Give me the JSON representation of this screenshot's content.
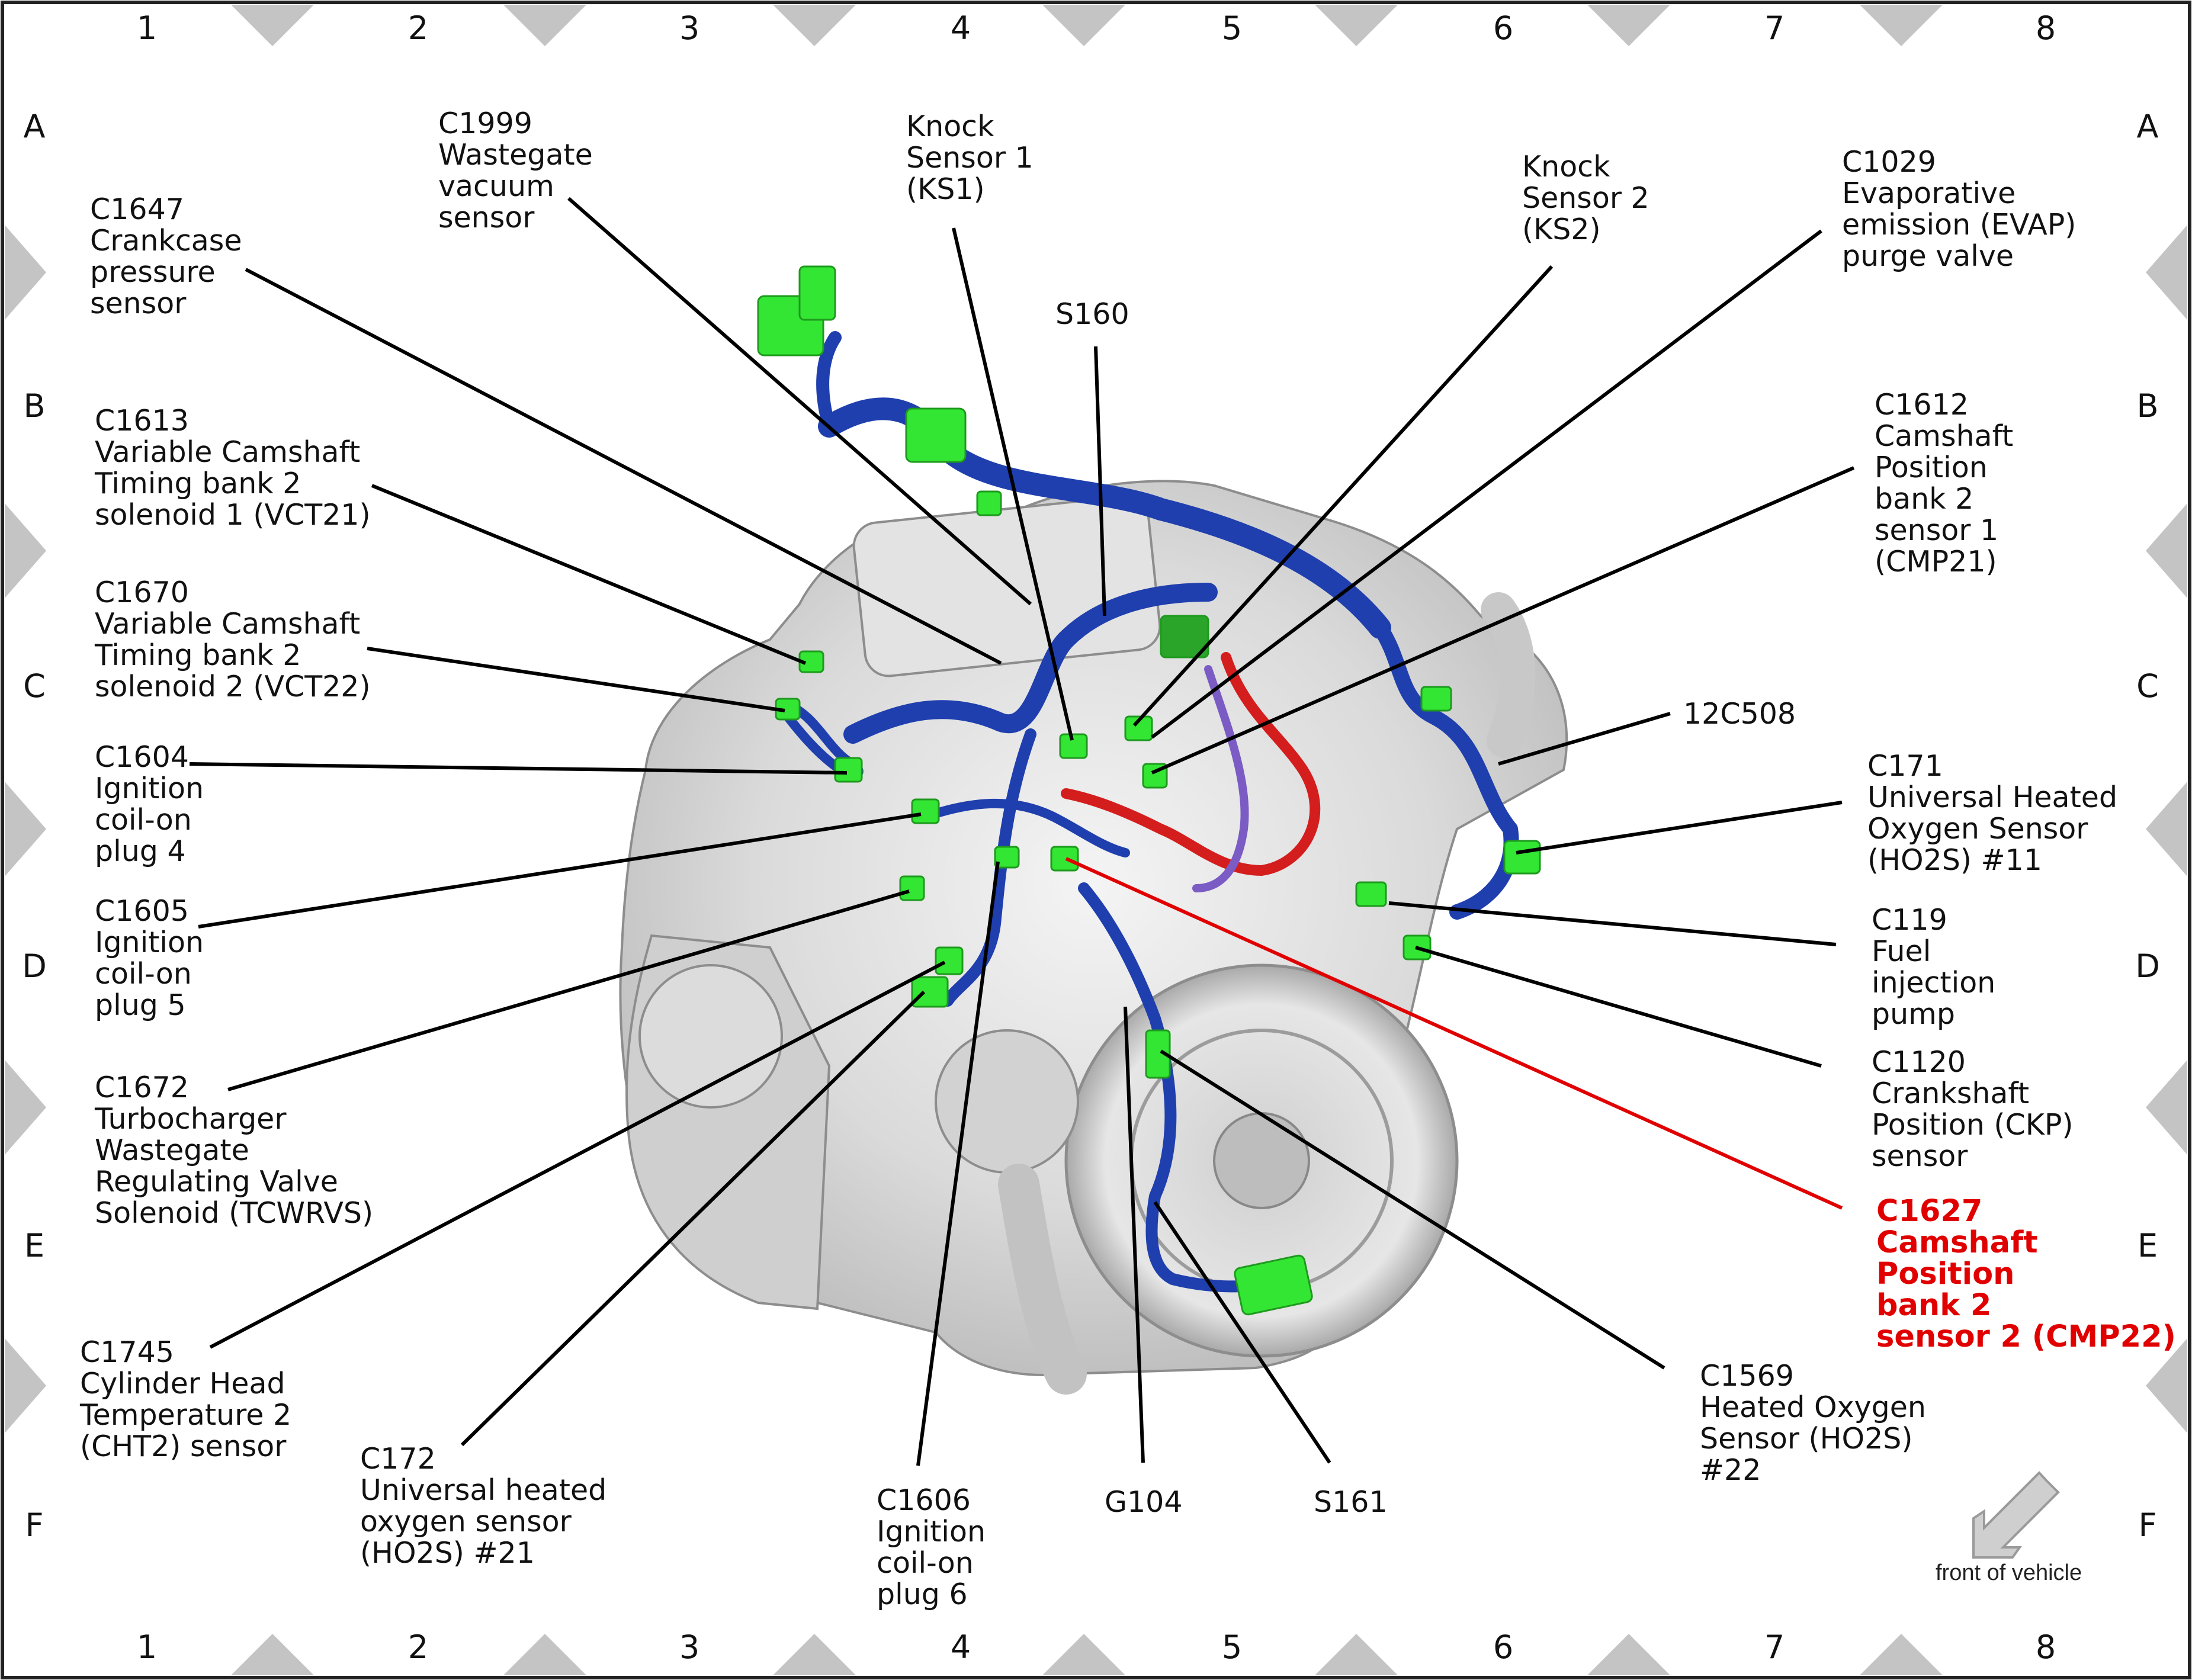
{
  "grid": {
    "columns": [
      "1",
      "2",
      "3",
      "4",
      "5",
      "6",
      "7",
      "8"
    ],
    "rows": [
      "A",
      "B",
      "C",
      "D",
      "E",
      "F"
    ]
  },
  "callouts": [
    {
      "id": "c1999",
      "lines": [
        "C1999",
        "Wastegate",
        "vacuum",
        "sensor"
      ]
    },
    {
      "id": "ks1",
      "lines": [
        "Knock",
        "Sensor 1",
        "(KS1)"
      ]
    },
    {
      "id": "ks2",
      "lines": [
        "Knock",
        "Sensor 2",
        "(KS2)"
      ]
    },
    {
      "id": "c1029",
      "lines": [
        "C1029",
        "Evaporative",
        "emission (EVAP)",
        "purge valve"
      ]
    },
    {
      "id": "c1647",
      "lines": [
        "C1647",
        "Crankcase",
        "pressure",
        "sensor"
      ]
    },
    {
      "id": "s160",
      "lines": [
        "S160"
      ]
    },
    {
      "id": "c1613",
      "lines": [
        "C1613",
        "Variable Camshaft",
        "Timing bank 2",
        "solenoid 1 (VCT21)"
      ]
    },
    {
      "id": "c1612",
      "lines": [
        "C1612",
        "Camshaft",
        "Position",
        "bank 2",
        "sensor 1",
        "(CMP21)"
      ]
    },
    {
      "id": "c1670",
      "lines": [
        "C1670",
        "Variable Camshaft",
        "Timing bank 2",
        "solenoid 2 (VCT22)"
      ]
    },
    {
      "id": "c12c508",
      "lines": [
        "12C508"
      ]
    },
    {
      "id": "c1604",
      "lines": [
        "C1604",
        "Ignition",
        "coil-on",
        "plug 4"
      ]
    },
    {
      "id": "c171",
      "lines": [
        "C171",
        "Universal Heated",
        "Oxygen Sensor",
        "(HO2S) #11"
      ]
    },
    {
      "id": "c1605",
      "lines": [
        "C1605",
        "Ignition",
        "coil-on",
        "plug 5"
      ]
    },
    {
      "id": "c119",
      "lines": [
        "C119",
        "Fuel",
        "injection",
        "pump"
      ]
    },
    {
      "id": "c1672",
      "lines": [
        "C1672",
        "Turbocharger",
        "Wastegate",
        "Regulating Valve",
        "Solenoid (TCWRVS)"
      ]
    },
    {
      "id": "c1120",
      "lines": [
        "C1120",
        "Crankshaft",
        "Position (CKP)",
        "sensor"
      ]
    },
    {
      "id": "c1627",
      "lines": [
        "C1627",
        "Camshaft",
        "Position",
        "bank 2",
        "sensor 2 (CMP22)"
      ],
      "highlight": true
    },
    {
      "id": "c1745",
      "lines": [
        "C1745",
        "Cylinder Head",
        "Temperature 2",
        "(CHT2) sensor"
      ]
    },
    {
      "id": "c1569",
      "lines": [
        "C1569",
        "Heated Oxygen",
        "Sensor (HO2S)",
        "#22"
      ]
    },
    {
      "id": "c172",
      "lines": [
        "C172",
        "Universal heated",
        "oxygen sensor",
        "(HO2S) #21"
      ]
    },
    {
      "id": "c1606",
      "lines": [
        "C1606",
        "Ignition",
        "coil-on",
        "plug 6"
      ]
    },
    {
      "id": "g104",
      "lines": [
        "G104"
      ]
    },
    {
      "id": "s161",
      "lines": [
        "S161"
      ]
    }
  ],
  "front_indicator": {
    "label": "front of vehicle",
    "icon": "arrow-down-left-icon"
  },
  "colors": {
    "harness": "#1f3fae",
    "connector": "#33e633",
    "highlight": "#e10000",
    "engine": "#d6d6d6",
    "purple_harness": "#7b5bc4"
  }
}
